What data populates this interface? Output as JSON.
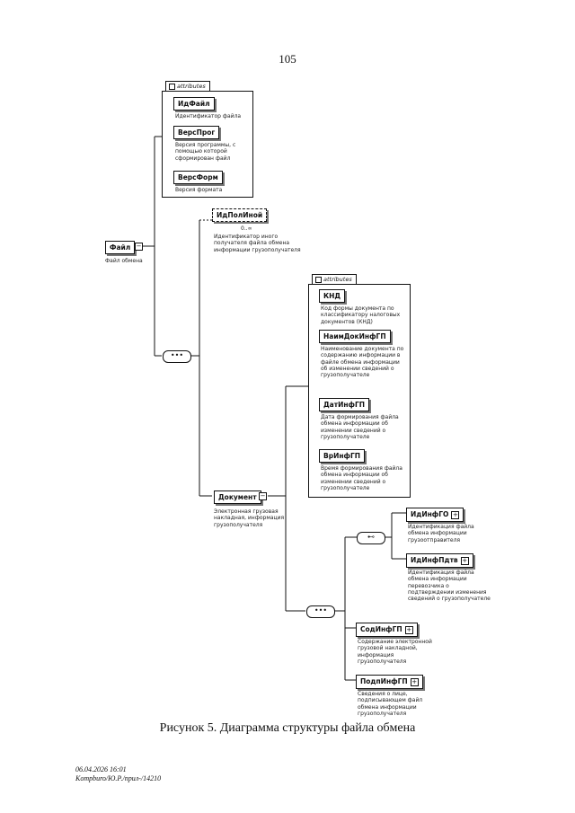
{
  "page_number": "105",
  "caption": "Рисунок 5. Диаграмма структуры файла обмена",
  "footer": {
    "line1": "06.04.2026 16:01",
    "line2": "Kompburo/Ю.Р./прил-/14210"
  },
  "attributes_label": "attributes",
  "root": {
    "name": "Файл",
    "desc": "Файл обмена"
  },
  "file_attrs": [
    {
      "name": "ИдФайл",
      "desc": "Идентификатор файла"
    },
    {
      "name": "ВерсПрог",
      "desc": "Версия программы, с помощью которой сформирован файл"
    },
    {
      "name": "ВерсФорм",
      "desc": "Версия формата"
    }
  ],
  "idpolinoy": {
    "name": "ИдПолИной",
    "card": "0..∞",
    "desc": "Идентификатор иного получателя файла обмена информации грузополучателя"
  },
  "document": {
    "name": "Документ",
    "desc": "Электронная грузовая накладная, информация грузополучателя"
  },
  "doc_attrs": [
    {
      "name": "КНД",
      "desc": "Код формы документа по классификатору налоговых документов (КНД)"
    },
    {
      "name": "НаимДокИнфГП",
      "desc": "Наименование документа по содержанию информации в файле обмена информации об изменении сведений о грузополучателе"
    },
    {
      "name": "ДатИнфГП",
      "desc": "Дата формирования файла обмена информации об изменении сведений о грузополучателе"
    },
    {
      "name": "ВрИнфГП",
      "desc": "Время формирования файла обмена информации об изменении сведений о грузополучателе"
    }
  ],
  "choice_items": [
    {
      "name": "ИдИнфГО",
      "desc": "Идентификация файла обмена информации грузоотправителя"
    },
    {
      "name": "ИдИнфПдтв",
      "desc": "Идентификация файла обмена информации перевозчика о подтверждении изменения сведений о грузополучателе"
    }
  ],
  "seq_items": [
    {
      "name": "СодИнфГП",
      "desc": "Содержание электронной грузовой накладной, информация грузополучателя"
    },
    {
      "name": "ПодпИнфГП",
      "desc": "Сведения о лице, подписывающем файл обмена информации грузополучателя"
    }
  ]
}
